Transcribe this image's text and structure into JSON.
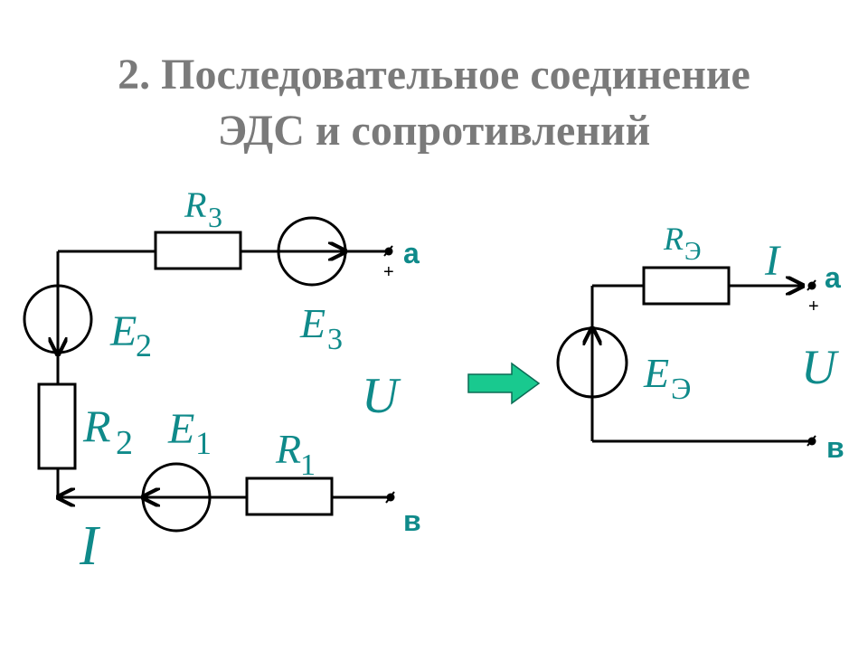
{
  "title": {
    "line1": "2. Последовательное соединение",
    "line2": "ЭДС и сопротивлений"
  },
  "left_circuit": {
    "r3": {
      "letter": "R",
      "sub": "3"
    },
    "e3": {
      "letter": "E",
      "sub": "3"
    },
    "e2": {
      "letter": "E",
      "sub": "2"
    },
    "r2": {
      "letter": "R",
      "sub": "2"
    },
    "e1": {
      "letter": "E",
      "sub": "1"
    },
    "r1": {
      "letter": "R",
      "sub": "1"
    },
    "u": "U",
    "current": "I",
    "terminal_a": "а",
    "terminal_b": "в",
    "plus": "+"
  },
  "right_circuit": {
    "re": {
      "letter": "R",
      "sub": "Э"
    },
    "ee": {
      "letter": "E",
      "sub": "Э"
    },
    "current": "I",
    "u": "U",
    "terminal_a": "а",
    "terminal_b": "в",
    "plus": "+"
  },
  "colors": {
    "title": "#7a7a7a",
    "label": "#0f8a8a",
    "arrow_fill": "#19c98f",
    "wire": "#000000"
  }
}
